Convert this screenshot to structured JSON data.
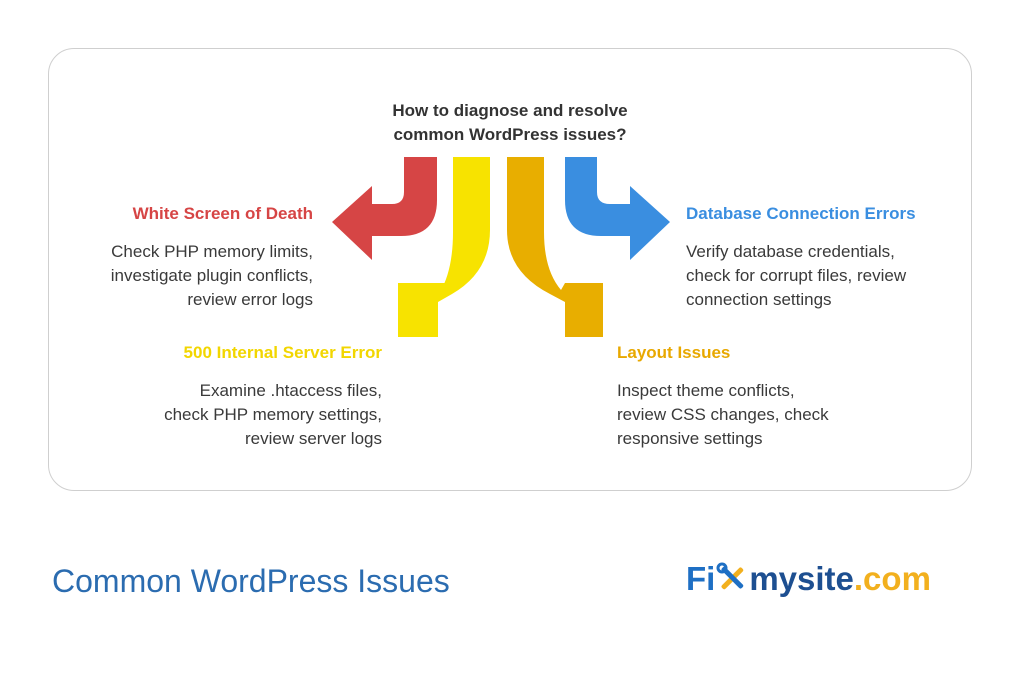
{
  "question": {
    "line1": "How to diagnose and resolve",
    "line2": "common WordPress issues?"
  },
  "issues": [
    {
      "title": "White Screen of Death",
      "color": "#d64545",
      "lines": [
        "Check PHP memory limits,",
        "investigate plugin conflicts,",
        "review error logs"
      ]
    },
    {
      "title": "500 Internal Server Error",
      "color": "#f2d600",
      "lines": [
        "Examine .htaccess files,",
        "check PHP memory settings,",
        "review server logs"
      ]
    },
    {
      "title": "Database Connection Errors",
      "color": "#3a8ee0",
      "lines": [
        "Verify database credentials,",
        "check for corrupt files, review",
        "connection settings"
      ]
    },
    {
      "title": "Layout Issues",
      "color": "#e8a800",
      "lines": [
        "Inspect theme conflicts,",
        "review CSS changes, check",
        "responsive settings"
      ]
    }
  ],
  "footer": {
    "title": "Common WordPress Issues"
  },
  "logo": {
    "part1": "Fi",
    "part2": "mysite",
    "part3": ".com",
    "icon": "tools-icon"
  },
  "colors": {
    "arrow_red": "#d64545",
    "arrow_yellow": "#f7e300",
    "arrow_orange": "#e8ae00",
    "arrow_blue": "#3a8ee0",
    "brand_blue": "#1e6fc4",
    "brand_gold": "#f2b01e"
  }
}
